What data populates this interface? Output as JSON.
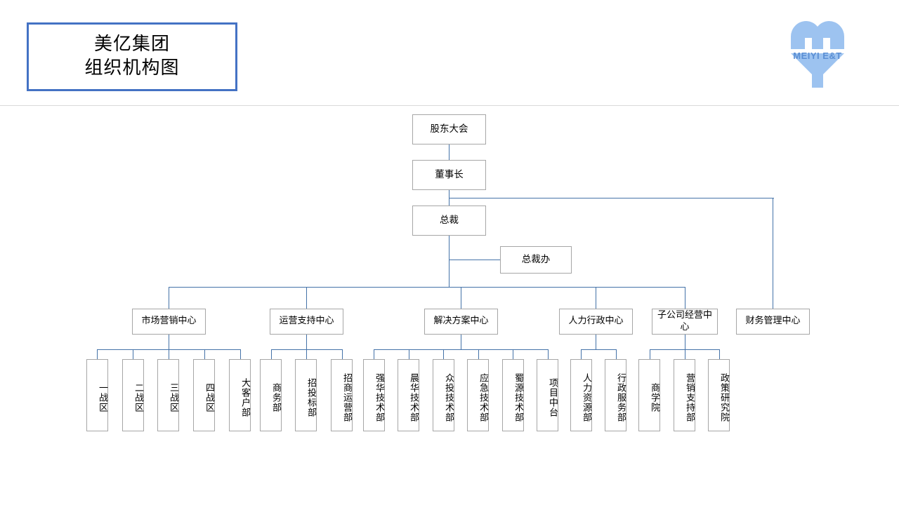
{
  "header": {
    "title_lines": [
      "美亿集团",
      "组织机构图"
    ],
    "logo_text": "MEIYI E&T",
    "logo_color": "#9dc3f0",
    "logo_text_color": "#5b8fd4",
    "title_border_color": "#4472c4"
  },
  "chart": {
    "type": "org-chart",
    "box_border_color": "#a6a6a6",
    "connector_color": "#4472a8",
    "nodes": {
      "shareholders": "股东大会",
      "chairman": "董事长",
      "president": "总裁",
      "president_office": "总裁办",
      "finance_center": "财务管理中心"
    },
    "centers": [
      {
        "label": "市场营销中心",
        "children": [
          "一战区",
          "二战区",
          "三战区",
          "四战区",
          "大客户部"
        ]
      },
      {
        "label": "运营支持中心",
        "children": [
          "商务部",
          "招投标部",
          "招商运营部"
        ]
      },
      {
        "label": "解决方案中心",
        "children": [
          "强华技术部",
          "晨华技术部",
          "众投技术部",
          "应急技术部",
          "蜀源技术部",
          "项目中台"
        ]
      },
      {
        "label": "人力行政中心",
        "children": [
          "人力资源部",
          "行政服务部"
        ]
      },
      {
        "label": "子公司经营中心",
        "children": [
          "商学院",
          "营销支持部",
          "政策研究院"
        ]
      }
    ]
  }
}
